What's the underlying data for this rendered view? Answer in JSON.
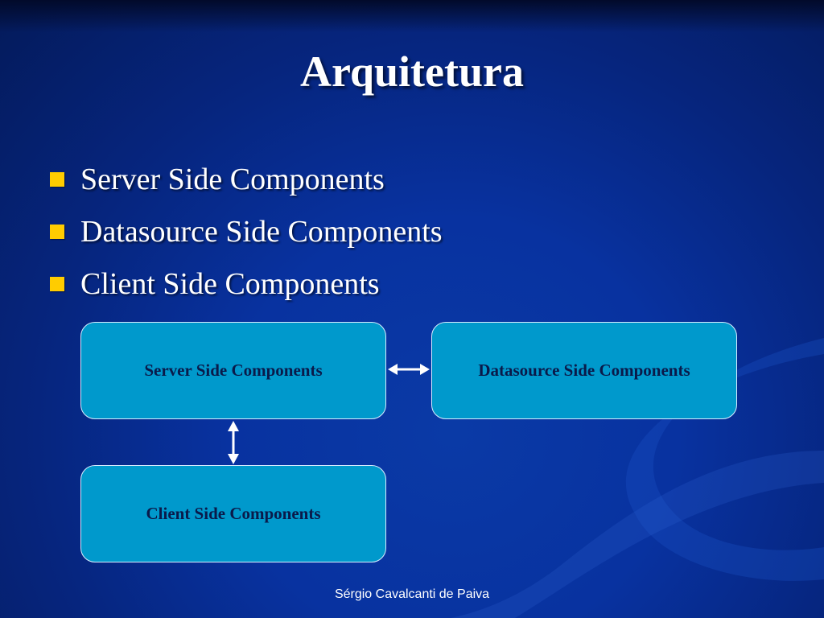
{
  "slide": {
    "title": "Arquitetura",
    "bullets": [
      "Server Side Components",
      "Datasource Side Components",
      "Client Side Components"
    ],
    "footer": "Sérgio Cavalcanti de Paiva"
  },
  "diagram": {
    "nodes": {
      "server": "Server Side Components",
      "datasource": "Datasource Side Components",
      "client": "Client Side Components"
    },
    "edges": [
      {
        "from": "server",
        "to": "datasource",
        "type": "bidirectional"
      },
      {
        "from": "server",
        "to": "client",
        "type": "bidirectional"
      }
    ]
  },
  "colors": {
    "background": "#0832a0",
    "bullet": "#ffcc00",
    "node_fill": "#0099cc",
    "node_text": "#0a1a4a",
    "arrow": "#ffffff"
  }
}
